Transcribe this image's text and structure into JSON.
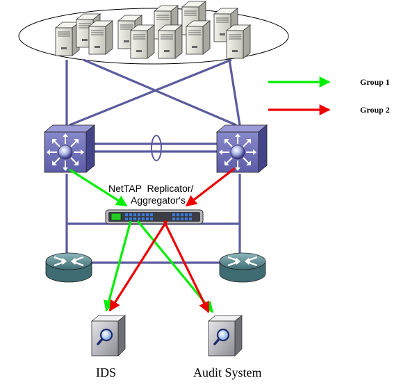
{
  "legend": [
    {
      "label": "Group 1",
      "color": "#00ee00"
    },
    {
      "label": "Group 2",
      "color": "#ee0000"
    }
  ],
  "tap_label_line1": "NetTAP  Replicator/",
  "tap_label_line2": "Aggregator's",
  "nodes": {
    "ids_label": "IDS",
    "audit_label": "Audit System"
  },
  "colors": {
    "link": "#5b5b9e",
    "switch_body": "#5c5ca8",
    "router_body": "#4f7f86",
    "appliance_body": "#b8b8bc",
    "server_body": "#d8d8d0",
    "group1": "#00ee00",
    "group2": "#ee0000"
  },
  "icons": {
    "switch": "layer3-switch-icon",
    "router": "router-icon",
    "server": "server-tower-icon",
    "tap": "network-tap-icon",
    "appliance": "magnifier-appliance-icon"
  }
}
